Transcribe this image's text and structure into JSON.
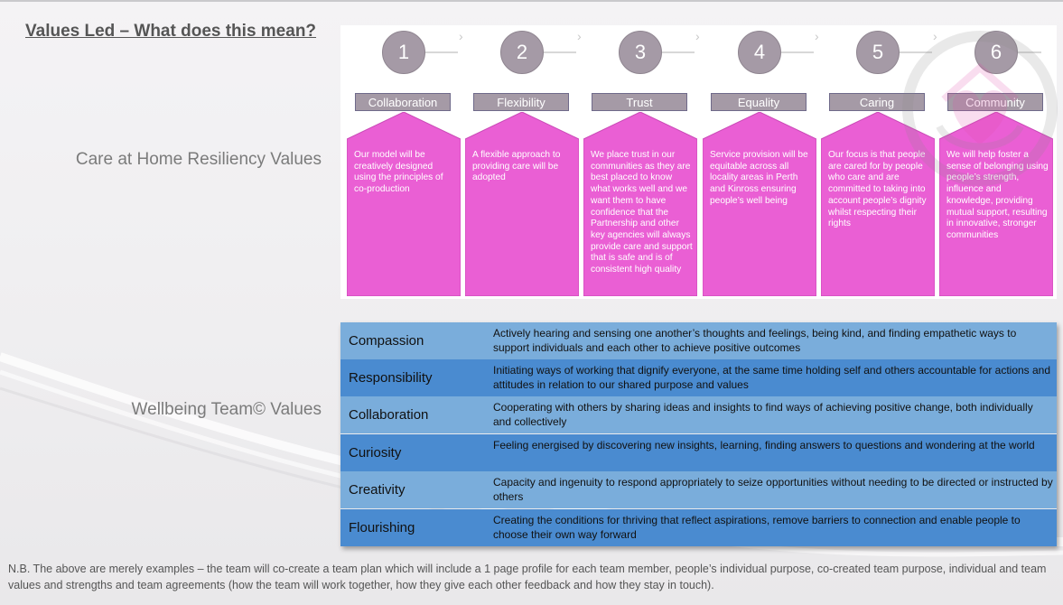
{
  "title": "Values Led – What does this mean?",
  "care_label": "Care at Home Resiliency Values",
  "wellbeing_label": "Wellbeing Team© Values",
  "colors": {
    "magenta": "#ea5fd4",
    "circle": "#a59aa6",
    "row_light": "#7aaddb",
    "row_dark": "#4a8bd0"
  },
  "values": [
    {
      "number": "1",
      "label": "Collaboration",
      "text": "Our model will be creatively designed using the principles of co-production"
    },
    {
      "number": "2",
      "label": "Flexibility",
      "text": "A flexible approach to providing care will be adopted"
    },
    {
      "number": "3",
      "label": "Trust",
      "text": "We place trust in our communities as they are best placed to know what works well and we want them to have confidence that the Partnership and other key agencies will always provide care and support that is safe and is of consistent high quality"
    },
    {
      "number": "4",
      "label": "Equality",
      "text": "Service provision will be equitable across all locality areas in Perth and Kinross ensuring people’s well being"
    },
    {
      "number": "5",
      "label": "Caring",
      "text": "Our focus is that people are cared for by people who care and are committed to taking into account people’s dignity whilst respecting their rights"
    },
    {
      "number": "6",
      "label": "Community",
      "text": "We will help foster a sense of belonging using people’s strength, influence and knowledge, providing mutual support, resulting in innovative, stronger communities"
    }
  ],
  "team_values": [
    {
      "name": "Compassion",
      "desc": "Actively hearing and sensing one another’s thoughts and feelings, being kind, and finding empathetic ways to support individuals and each other to achieve positive outcomes"
    },
    {
      "name": "Responsibility",
      "desc": "Initiating ways of working that dignify everyone, at the same time holding self and others accountable for actions and attitudes in relation to our shared purpose and values"
    },
    {
      "name": "Collaboration",
      "desc": "Cooperating with others by sharing ideas and insights to find ways of achieving positive change, both individually and collectively"
    },
    {
      "name": "Curiosity",
      "desc": "Feeling energised by discovering new insights, learning, finding answers to questions and wondering at the world"
    },
    {
      "name": "Creativity",
      "desc": "Capacity and ingenuity to respond appropriately to seize opportunities without needing to be directed or instructed by others"
    },
    {
      "name": "Flourishing",
      "desc": "Creating the conditions for thriving that reflect aspirations, remove barriers to connection and enable people to choose their own way forward"
    }
  ],
  "note": "N.B. The above are merely examples – the team will co-create a team plan which will include a 1 page profile for each team member, people’s individual purpose, co-created team purpose, individual and team values and strengths and team agreements (how the team will work together, how they give each other feedback and how they stay in touch)."
}
